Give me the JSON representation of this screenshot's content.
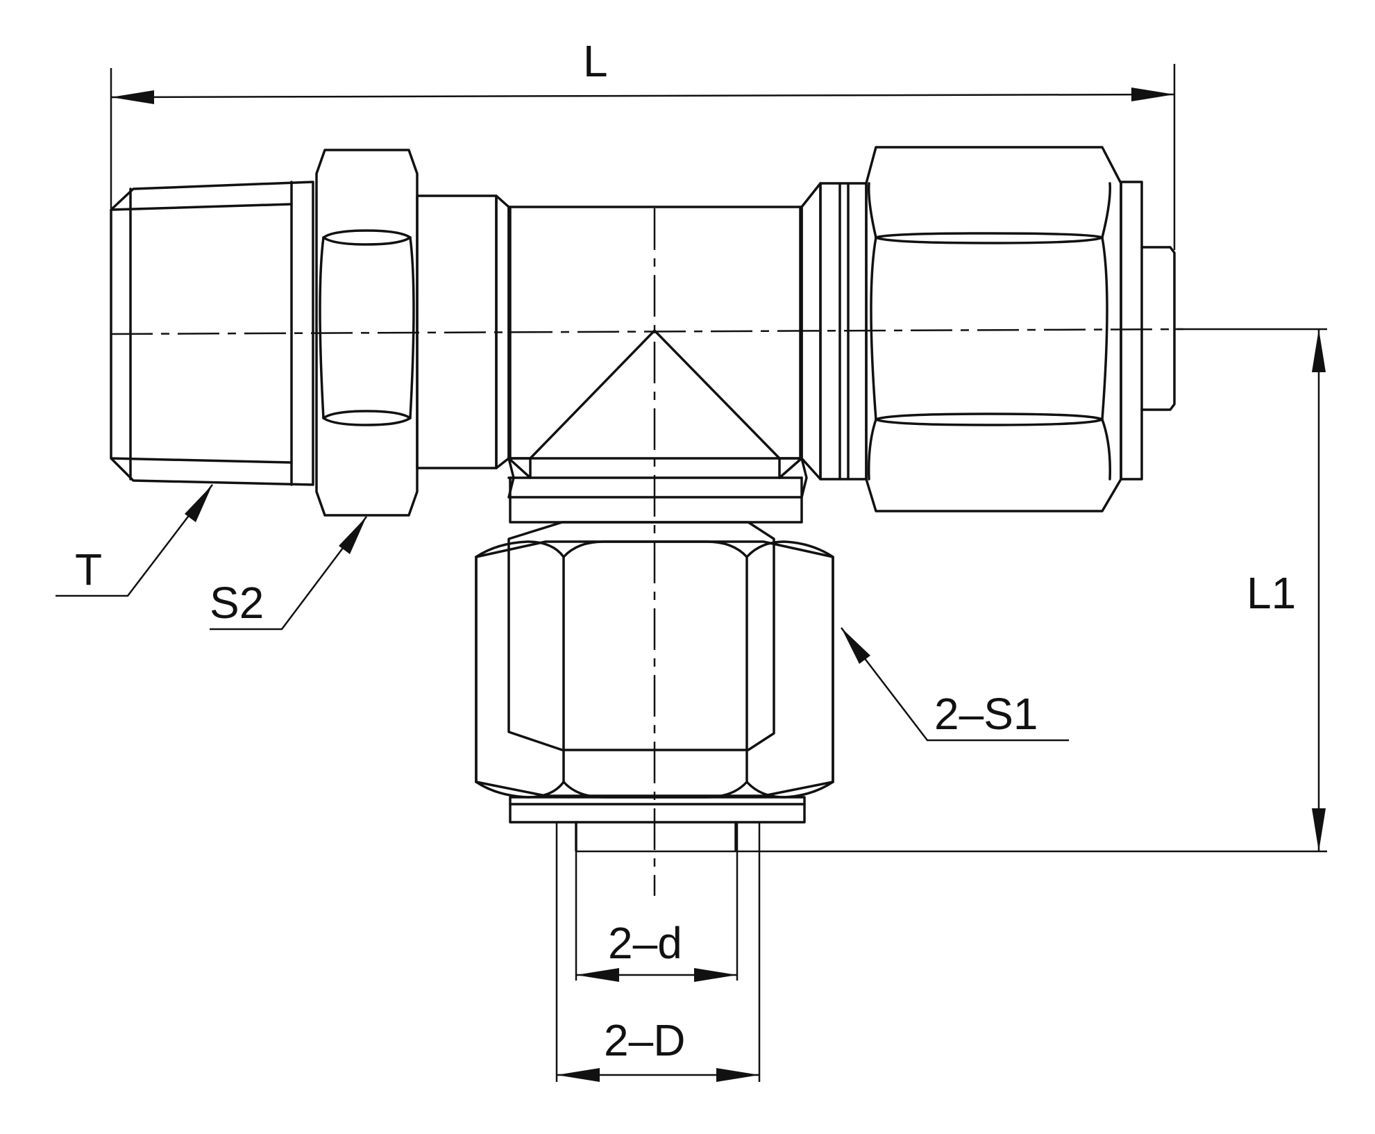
{
  "labels": {
    "L": "L",
    "L1": "L1",
    "T": "T",
    "S2": "S2",
    "S1": "2–S1",
    "d": "2–d",
    "D": "2–D"
  }
}
